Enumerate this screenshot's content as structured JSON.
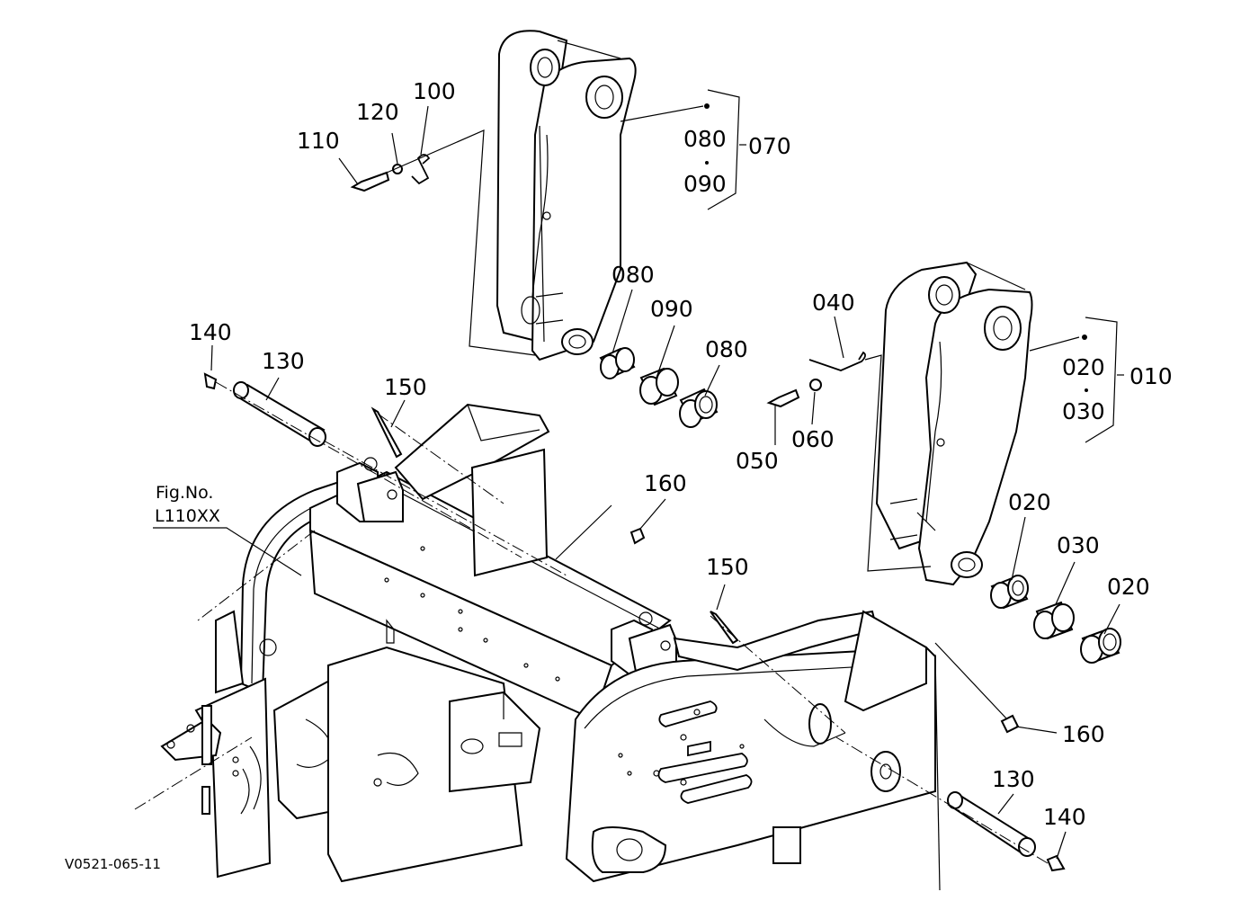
{
  "figure_ref": {
    "line1": "Fig.No.",
    "line2": "L110XX"
  },
  "diagram_code": "V0521-065-11",
  "callouts": {
    "left_arm": {
      "top": "080",
      "bottom": "090",
      "group": "070"
    },
    "right_arm": {
      "top": "020",
      "bottom": "030",
      "group": "010"
    }
  },
  "labels": [
    {
      "id": "l100",
      "text": "100"
    },
    {
      "id": "l120",
      "text": "120"
    },
    {
      "id": "l110",
      "text": "110"
    },
    {
      "id": "l080a",
      "text": "080"
    },
    {
      "id": "l090",
      "text": "090"
    },
    {
      "id": "l080b",
      "text": "080"
    },
    {
      "id": "l140a",
      "text": "140"
    },
    {
      "id": "l130a",
      "text": "130"
    },
    {
      "id": "l150a",
      "text": "150"
    },
    {
      "id": "l160a",
      "text": "160"
    },
    {
      "id": "l040",
      "text": "040"
    },
    {
      "id": "l050",
      "text": "050"
    },
    {
      "id": "l060",
      "text": "060"
    },
    {
      "id": "l020a",
      "text": "020"
    },
    {
      "id": "l030",
      "text": "030"
    },
    {
      "id": "l020b",
      "text": "020"
    },
    {
      "id": "l150b",
      "text": "150"
    },
    {
      "id": "l160b",
      "text": "160"
    },
    {
      "id": "l130b",
      "text": "130"
    },
    {
      "id": "l140b",
      "text": "140"
    }
  ]
}
